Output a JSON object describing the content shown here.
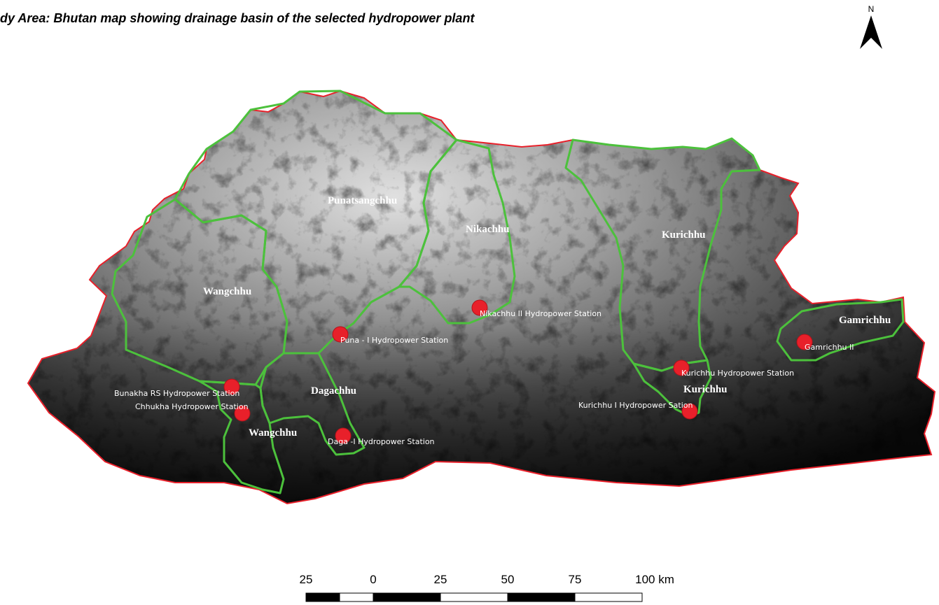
{
  "title": "dy Area: Bhutan map showing drainage basin of the selected hydropower plant",
  "north_arrow": {
    "label": "N",
    "icon": "north-arrow-icon"
  },
  "colors": {
    "country_border": "#e8202a",
    "basin_border": "#4cc13c",
    "station_marker": "#e8202a",
    "terrain_dark": "#101010",
    "terrain_light": "#d8d8d8"
  },
  "basins": [
    {
      "id": "punatsangchhu",
      "label": "Punatsangchhu"
    },
    {
      "id": "nikachhu",
      "label": "Nikachhu"
    },
    {
      "id": "kurichhu",
      "label": "Kurichhu"
    },
    {
      "id": "wangchhu",
      "label": "Wangchhu"
    },
    {
      "id": "gamrichhu",
      "label": "Gamrichhu"
    },
    {
      "id": "dagachhu",
      "label": "Dagachhu"
    },
    {
      "id": "kurichhu-2",
      "label": "Kurichhu"
    },
    {
      "id": "wangchhu-2",
      "label": "Wangchhu"
    }
  ],
  "stations": [
    {
      "id": "nikachhu-ii",
      "label": "Nikachhu II Hydropower Station"
    },
    {
      "id": "puna-i",
      "label": "Puna - I Hydropower Station"
    },
    {
      "id": "gamrichhu-ii",
      "label": "Gamrichhu II"
    },
    {
      "id": "kurichhu",
      "label": "Kurichhu Hydropower Station"
    },
    {
      "id": "kurichhu-i",
      "label": "Kurichhu I Hydropower Sation"
    },
    {
      "id": "bunakha-rs",
      "label": "Bunakha RS Hydropower Station"
    },
    {
      "id": "chhukha",
      "label": "Chhukha Hydropower Station"
    },
    {
      "id": "daga-i",
      "label": "Daga -I Hydropower Station"
    }
  ],
  "scale_bar": {
    "ticks": [
      "25",
      "0",
      "25",
      "50",
      "75",
      "100 km"
    ]
  }
}
